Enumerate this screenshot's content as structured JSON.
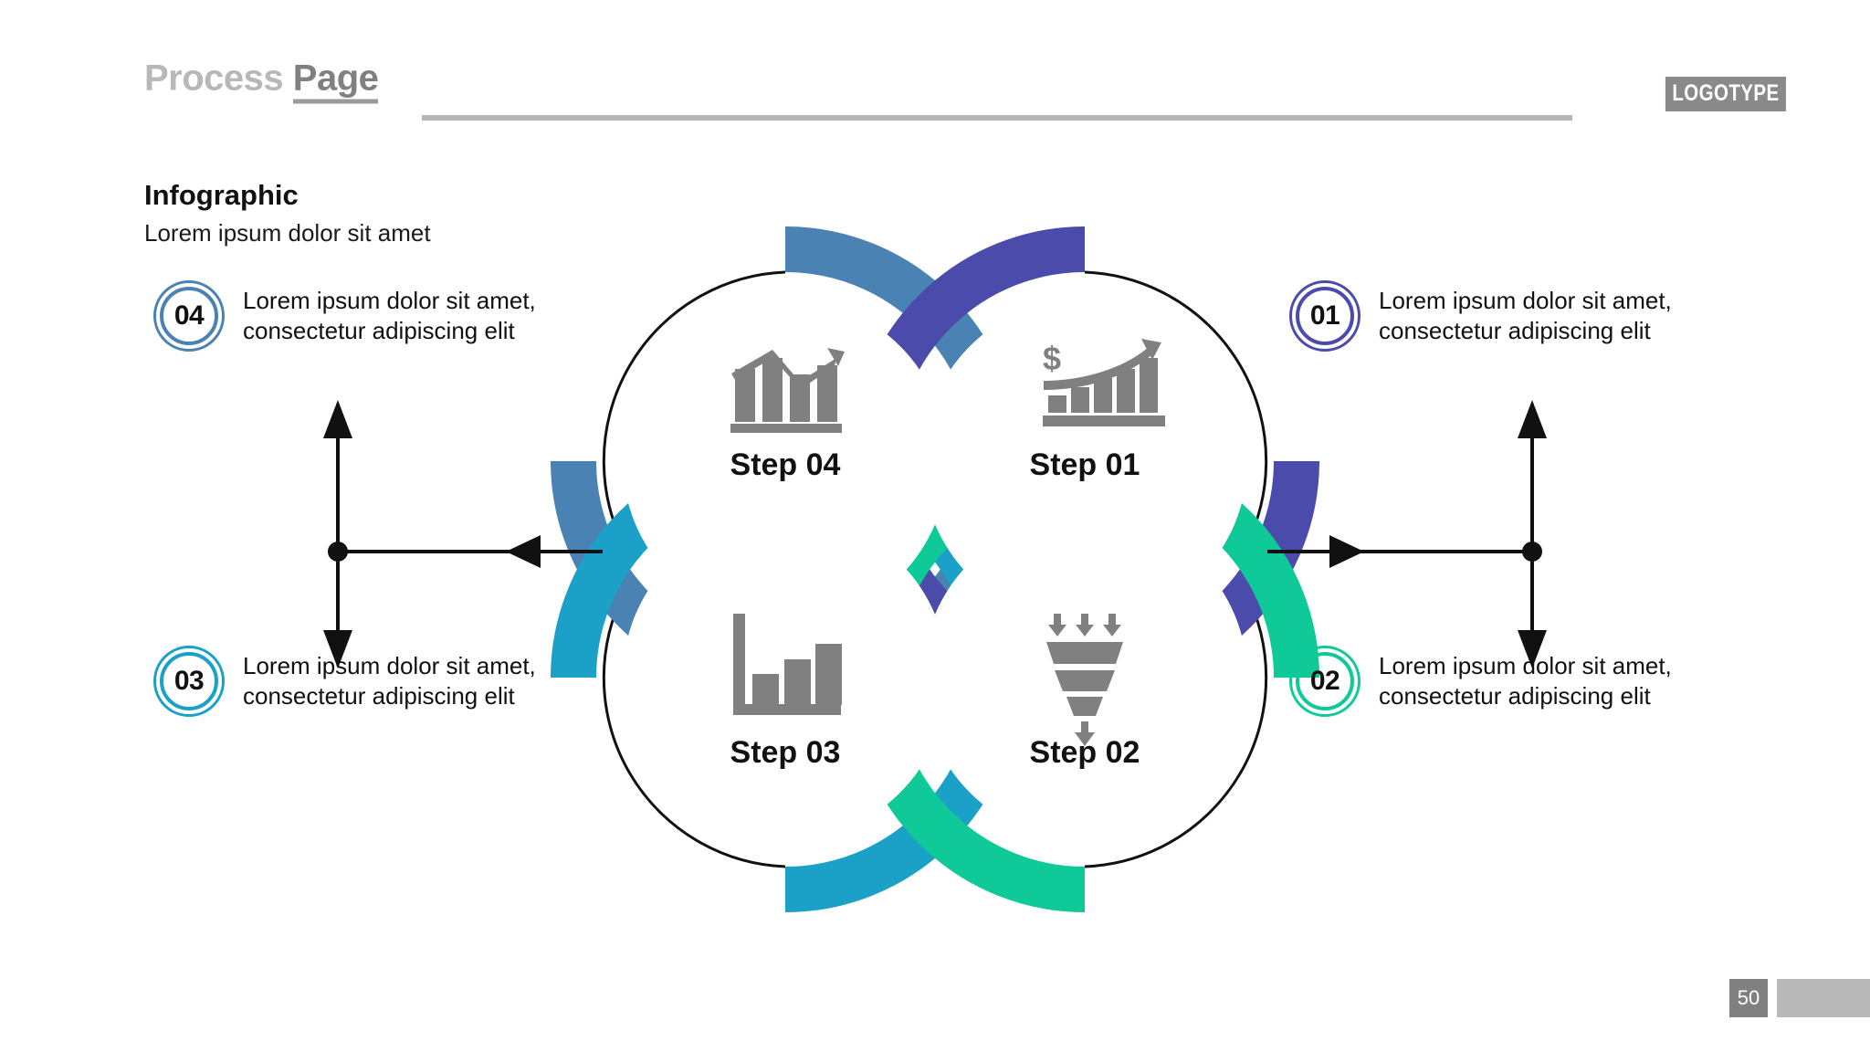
{
  "header": {
    "title_light": "Process",
    "title_dark": "Page",
    "logotype": "LOGOTYPE"
  },
  "section": {
    "heading": "Infographic",
    "subheading": "Lorem ipsum dolor sit amet"
  },
  "colors": {
    "step01": "#4b4bab",
    "step02": "#0fc998",
    "step03": "#1ba0c8",
    "step04": "#4b82b4",
    "icon_gray": "#808080",
    "outline": "#111111",
    "header_light": "#b8b8b8",
    "header_dark": "#808080",
    "logotype_bg": "#8a8a8a",
    "footer_page_bg": "#808080",
    "footer_bar_bg": "#b9b9b9"
  },
  "steps": [
    {
      "id": "step01",
      "number": "01",
      "label": "Step 01",
      "icon": "dollar-growth-chart-icon",
      "color": "#4b4bab",
      "text_line1": "Lorem ipsum dolor sit amet,",
      "text_line2": "consectetur adipiscing elit"
    },
    {
      "id": "step02",
      "number": "02",
      "label": "Step 02",
      "icon": "funnel-icon",
      "color": "#0fc998",
      "text_line1": "Lorem ipsum dolor sit amet,",
      "text_line2": "consectetur adipiscing elit"
    },
    {
      "id": "step03",
      "number": "03",
      "label": "Step 03",
      "icon": "bar-chart-icon",
      "color": "#1ba0c8",
      "text_line1": "Lorem ipsum dolor sit amet,",
      "text_line2": "consectetur adipiscing elit"
    },
    {
      "id": "step04",
      "number": "04",
      "label": "Step 04",
      "icon": "trend-bar-chart-icon",
      "color": "#4b82b4",
      "text_line1": "Lorem ipsum dolor sit amet,",
      "text_line2": "consectetur adipiscing elit"
    }
  ],
  "footer": {
    "page_number": "50"
  }
}
